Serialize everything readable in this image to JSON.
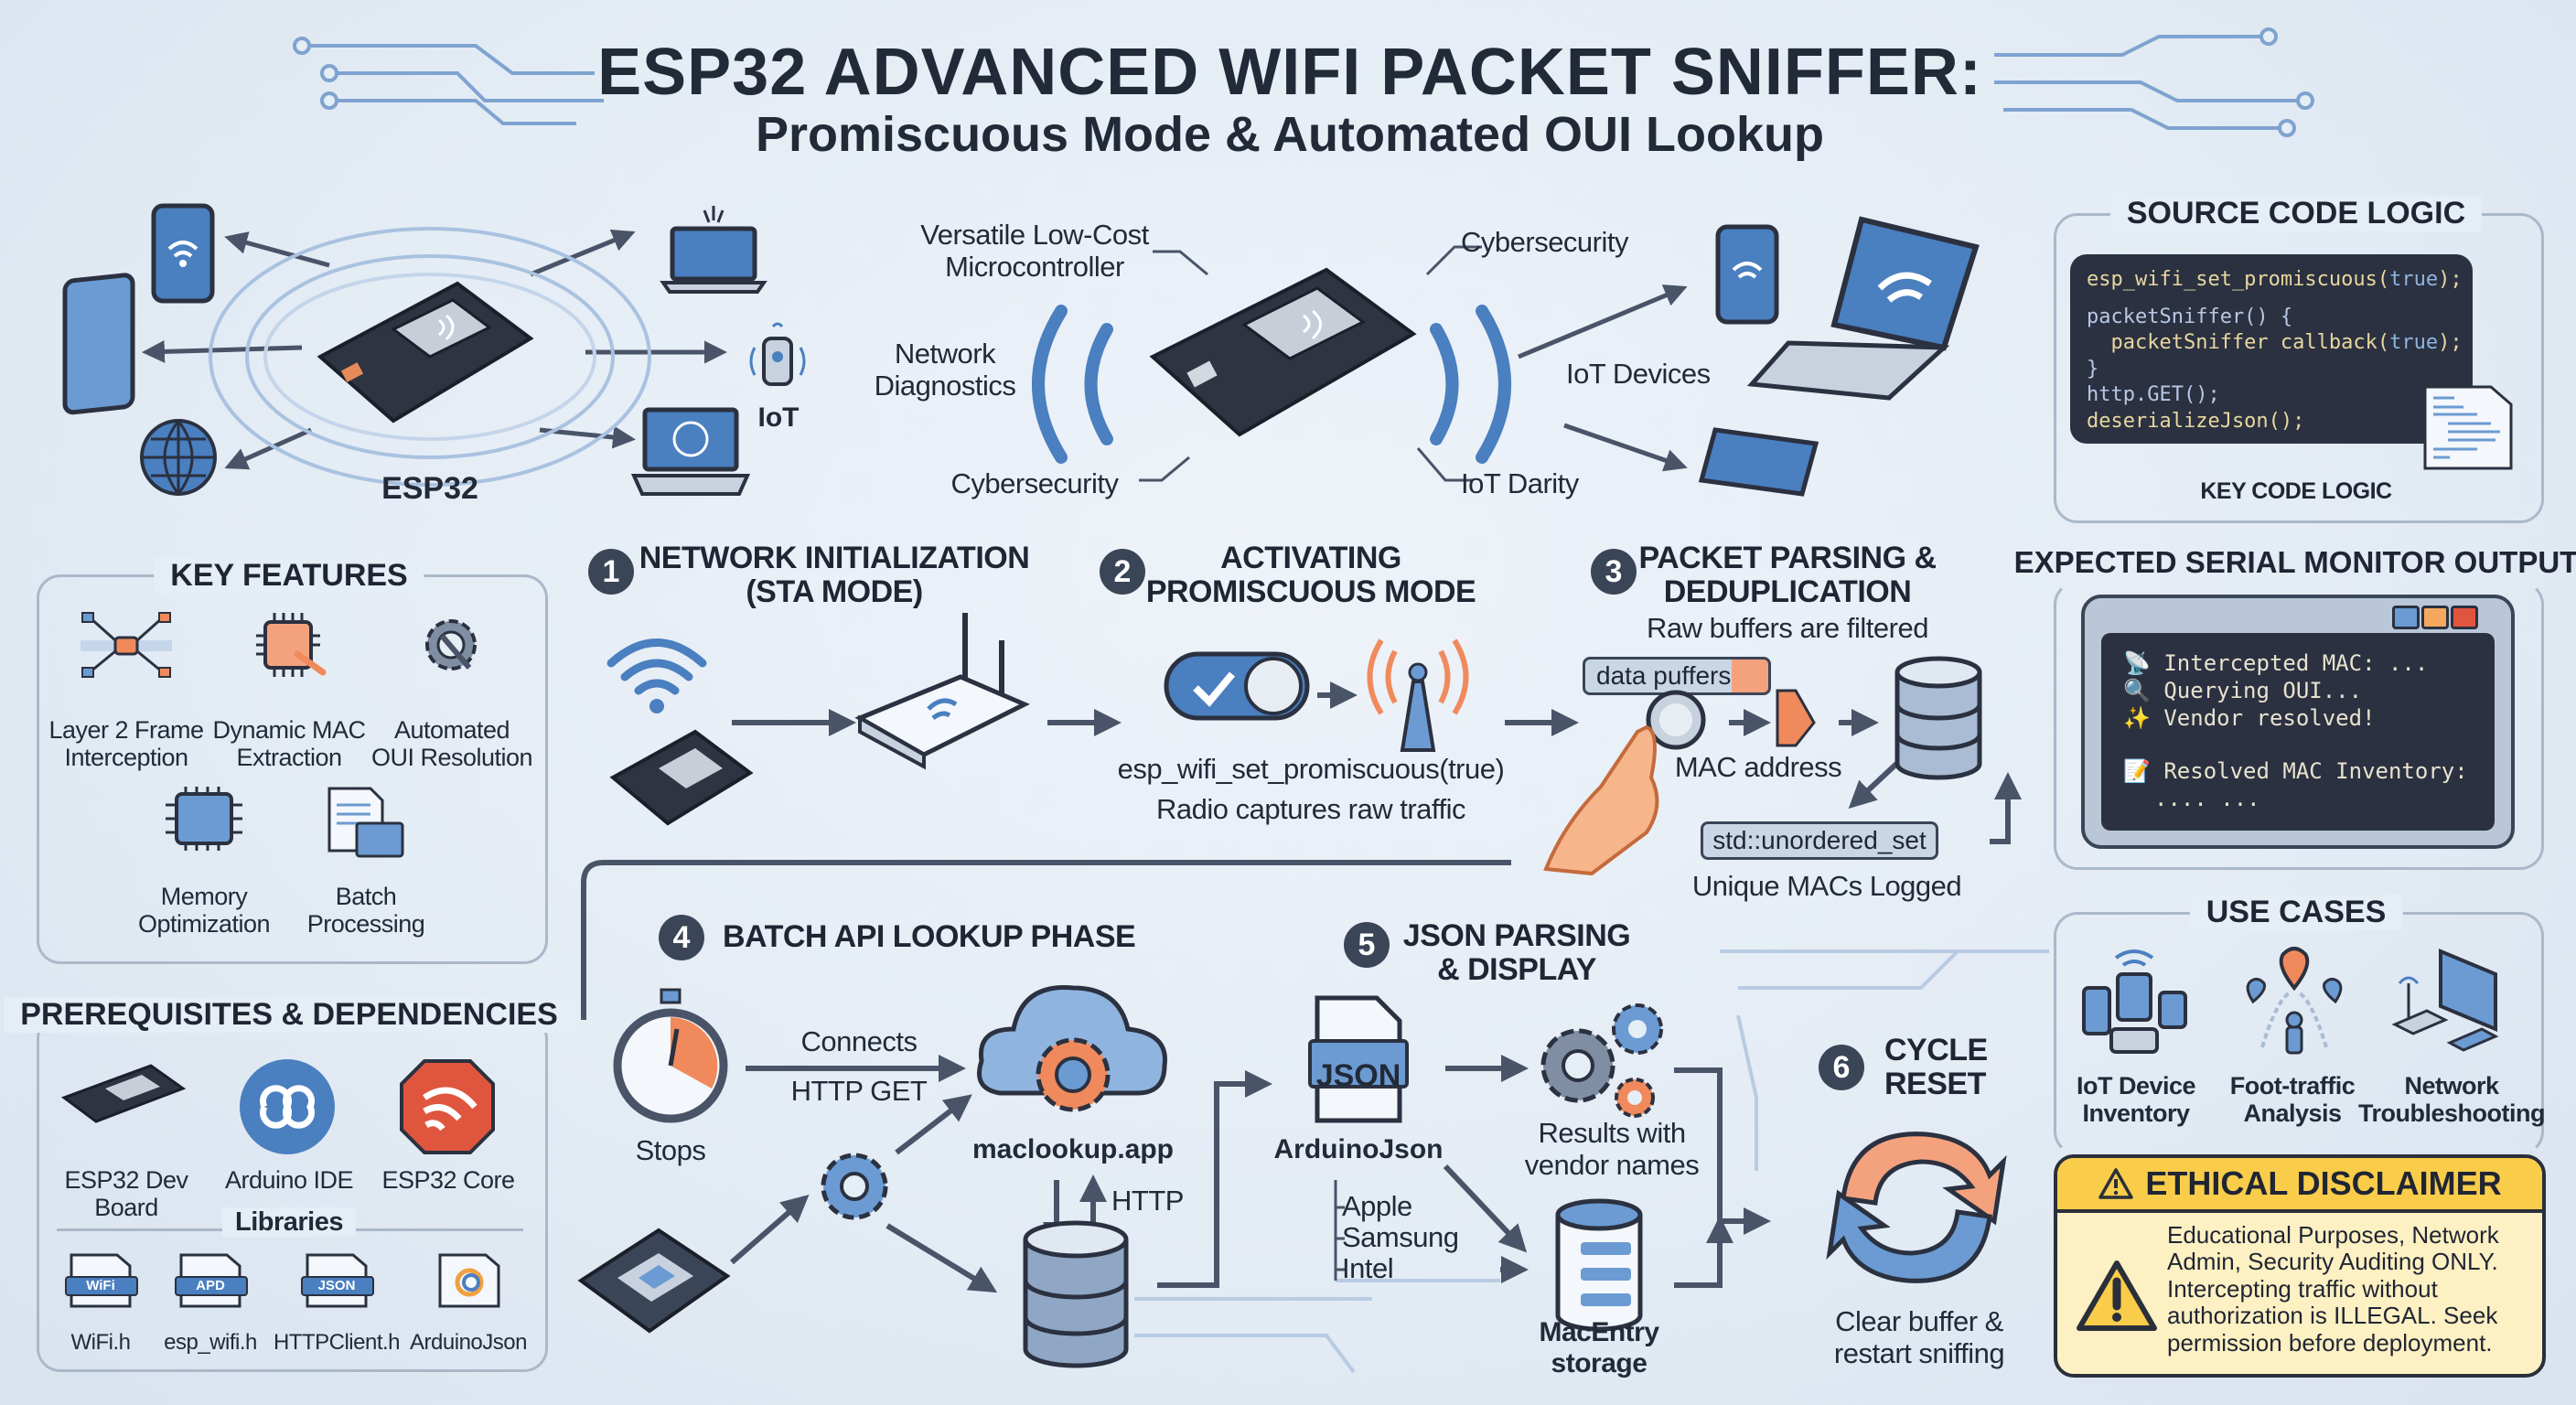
{
  "title": {
    "main": "ESP32 ADVANCED WIFI PACKET SNIFFER:",
    "subtitle": "Promiscuous Mode & Automated OUI Lookup"
  },
  "hero_left": {
    "board_label": "ESP32",
    "iot_label": "IoT"
  },
  "hero_center": {
    "versatile": "Versatile Low-Cost\nMicrocontroller",
    "network_diagnostics": "Network\nDiagnostics",
    "cybersecurity_left": "Cybersecurity",
    "cybersecurity_right": "Cybersecurity",
    "iot_devices": "IoT Devices",
    "iot_darity": "IoT Darity"
  },
  "key_features": {
    "title": "KEY FEATURES",
    "items": [
      {
        "label": "Layer 2 Frame\nInterception",
        "icon": "network-nodes-icon"
      },
      {
        "label": "Dynamic MAC\nExtraction",
        "icon": "chip-magnifier-icon"
      },
      {
        "label": "Automated\nOUI Resolution",
        "icon": "gear-wrench-icon"
      },
      {
        "label": "Memory\nOptimization",
        "icon": "memory-chip-icon"
      },
      {
        "label": "Batch\nProcessing",
        "icon": "documents-table-icon"
      }
    ]
  },
  "prereqs": {
    "title": "PREREQUISITES & DEPENDENCIES",
    "items": [
      {
        "label": "ESP32 Dev\nBoard"
      },
      {
        "label": "Arduino IDE"
      },
      {
        "label": "ESP32 Core"
      }
    ],
    "libraries_label": "Libraries",
    "libraries": [
      {
        "badge": "WiFi",
        "name": "WiFi.h"
      },
      {
        "badge": "APD",
        "name": "esp_wifi.h"
      },
      {
        "badge": "JSON",
        "name": "HTTPClient.h"
      },
      {
        "name": "ArduinoJson"
      }
    ]
  },
  "steps": {
    "s1": {
      "num": "1",
      "title": "NETWORK INITIALIZATION\n(STA MODE)"
    },
    "s2": {
      "num": "2",
      "title": "ACTIVATING\nPROMISCUOUS MODE",
      "code": "esp_wifi_set_promiscuous(true)",
      "caption": "Radio captures raw traffic"
    },
    "s3": {
      "num": "3",
      "title": "PACKET PARSING &\nDEDUPLICATION",
      "subtitle": "Raw buffers are filtered",
      "buffer_label": "data puffers",
      "mac_label": "MAC address",
      "set_label": "std::unordered_set",
      "caption": "Unique MACs Logged"
    },
    "s4": {
      "num": "4",
      "title": "BATCH API LOOKUP PHASE",
      "connects": "Connects",
      "http_get": "HTTP GET",
      "stops": "Stops",
      "service": "maclookup.app",
      "http": "HTTP"
    },
    "s5": {
      "num": "5",
      "title": "JSON PARSING\n& DISPLAY",
      "json_badge": "JSON",
      "library": "ArduinoJson",
      "results": "Results with\nvendor names",
      "vendors": [
        "Apple",
        "Samsung",
        "Intel"
      ],
      "storage": "MacEntry\nstorage"
    },
    "s6": {
      "num": "6",
      "title": "CYCLE\nRESET",
      "caption": "Clear buffer &\nrestart sniffing"
    }
  },
  "source_code": {
    "title": "SOURCE CODE LOGIC",
    "lines": [
      {
        "a": "esp_wifi_set_promiscuous(",
        "kw": "true",
        "b": ");"
      },
      {
        "a": "",
        "kw": "",
        "b": ""
      },
      {
        "p": "packetSniffer() {"
      },
      {
        "a": "  packetSniffer callback(",
        "kw": "true",
        "b": ");"
      },
      {
        "p": "}"
      },
      {
        "p": "http.GET();"
      },
      {
        "a": "deserializeJson();",
        "kw": "",
        "b": ""
      }
    ],
    "caption": "KEY CODE LOGIC"
  },
  "serial_monitor": {
    "title": "EXPECTED SERIAL MONITOR OUTPUT",
    "lines": [
      {
        "icon": "📡",
        "text": "Intercepted MAC: ..."
      },
      {
        "icon": "🔍",
        "text": "Querying OUI..."
      },
      {
        "icon": "✨",
        "text": "Vendor resolved!"
      },
      {
        "icon": "",
        "text": ""
      },
      {
        "icon": "📝",
        "text": "Resolved MAC Inventory:"
      },
      {
        "icon": "",
        "text": ".... ..."
      }
    ]
  },
  "use_cases": {
    "title": "USE CASES",
    "items": [
      {
        "label": "IoT Device\nInventory"
      },
      {
        "label": "Foot-traffic\nAnalysis"
      },
      {
        "label": "Network\nTroubleshooting"
      }
    ]
  },
  "disclaimer": {
    "title": "ETHICAL DISCLAIMER",
    "body": "Educational Purposes, Network Admin, Security Auditing ONLY. Intercepting traffic without authorization is ILLEGAL. Seek permission before deployment."
  },
  "colors": {
    "accent_blue": "#4a7fc0",
    "accent_orange": "#f08a5d",
    "dark": "#2b3140",
    "warning": "#f9cc4a"
  }
}
